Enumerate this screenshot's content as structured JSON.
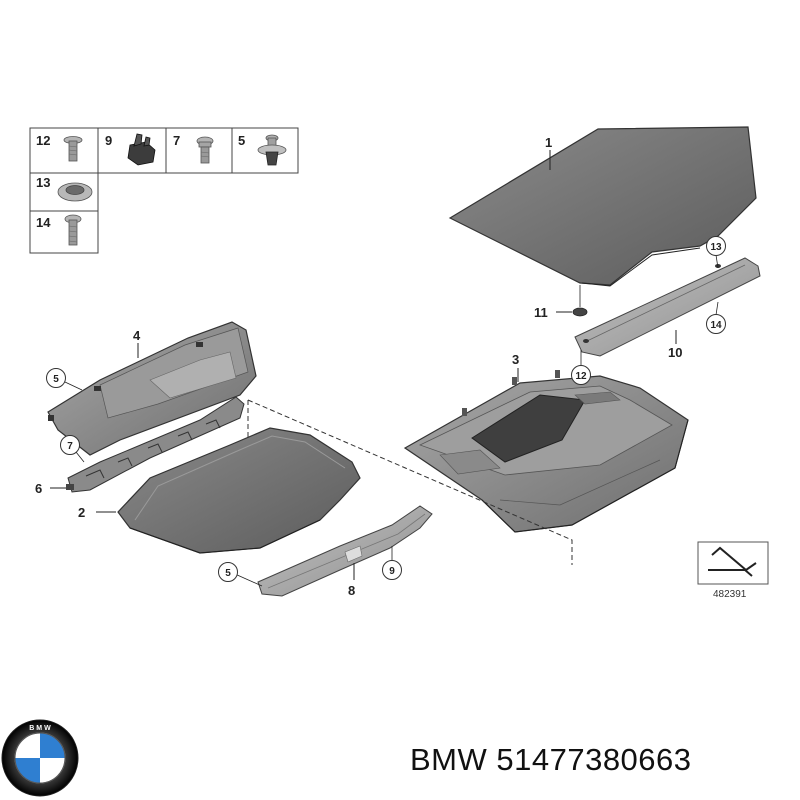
{
  "legend_boxes": [
    {
      "label": "12",
      "icon": "flat-head-screw-icon"
    },
    {
      "label": "9",
      "icon": "clip-icon"
    },
    {
      "label": "7",
      "icon": "bolt-icon"
    },
    {
      "label": "5",
      "icon": "expansion-rivet-icon"
    },
    {
      "label": "13",
      "icon": "grommet-icon"
    },
    {
      "label": "14",
      "icon": "screw-icon"
    }
  ],
  "callouts": {
    "c1": "1",
    "c2": "2",
    "c3": "3",
    "c4": "4",
    "c5a": "5",
    "c5b": "5",
    "c6": "6",
    "c7": "7",
    "c8": "8",
    "c9": "9",
    "c10": "10",
    "c11": "11",
    "c12": "12",
    "c13": "13",
    "c14": "14"
  },
  "diagram_number": "482391",
  "brand": {
    "logo_letters": "B M W",
    "caption": "BMW 51477380663",
    "colors": {
      "blue": "#2f7fd1",
      "ring": "#111111"
    }
  }
}
